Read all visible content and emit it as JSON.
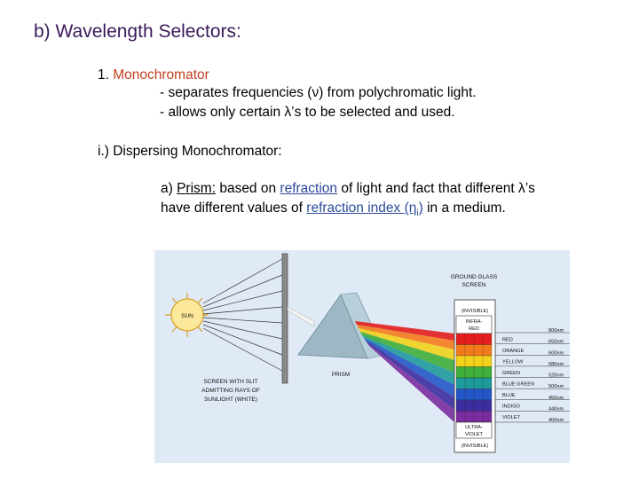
{
  "slide": {
    "title": "b) Wavelength Selectors:",
    "monochromator": {
      "number": "1.",
      "label": "Monochromator",
      "bullet1": "- separates frequencies (ν) from polychromatic light.",
      "bullet2": "- allows only certain λ’s to be selected and used."
    },
    "dispersing": {
      "heading": "i.) Dispersing Monochromator:",
      "prism_prefix": "a) ",
      "prism_label": "Prism:",
      "prism_text1": " based on ",
      "refraction": "refraction",
      "prism_text2": " of light and fact that different λ’s",
      "line2_text1": "have different values of ",
      "refraction_index": "refraction index (η",
      "refraction_index_sub": "i",
      "refraction_index_close": ")",
      "line2_text2": " in a medium."
    }
  },
  "figure": {
    "sun": "SUN",
    "prism": "PRISM",
    "screen_caption": [
      "SCREEN WITH SLIT",
      "ADMITTING RAYS OF",
      "SUNLIGHT (WHITE)"
    ],
    "ground_glass": [
      "GROUND GLASS",
      "SCREEN"
    ],
    "invisible_top": "(INVISIBLE)",
    "invisible_bottom": "(INVISIBLE)",
    "infra_red": [
      "INFRA-",
      "RED"
    ],
    "ultra_violet": [
      "ULTRA-",
      "VIOLET"
    ],
    "bands": [
      {
        "name": "RED",
        "color": "#e41e1e"
      },
      {
        "name": "ORANGE",
        "color": "#f47b1c"
      },
      {
        "name": "YELLOW",
        "color": "#f2d21a"
      },
      {
        "name": "GREEN",
        "color": "#3fae3a"
      },
      {
        "name": "BLUE GREEN",
        "color": "#1f9a9c"
      },
      {
        "name": "BLUE",
        "color": "#2456c8"
      },
      {
        "name": "INDIGO",
        "color": "#3c2ea0"
      },
      {
        "name": "VIOLET",
        "color": "#7a2d9e"
      }
    ],
    "wavelengths": [
      "800nm",
      "650nm",
      "600nm",
      "580nm",
      "520nm",
      "500nm",
      "450nm",
      "440nm",
      "400nm"
    ]
  }
}
